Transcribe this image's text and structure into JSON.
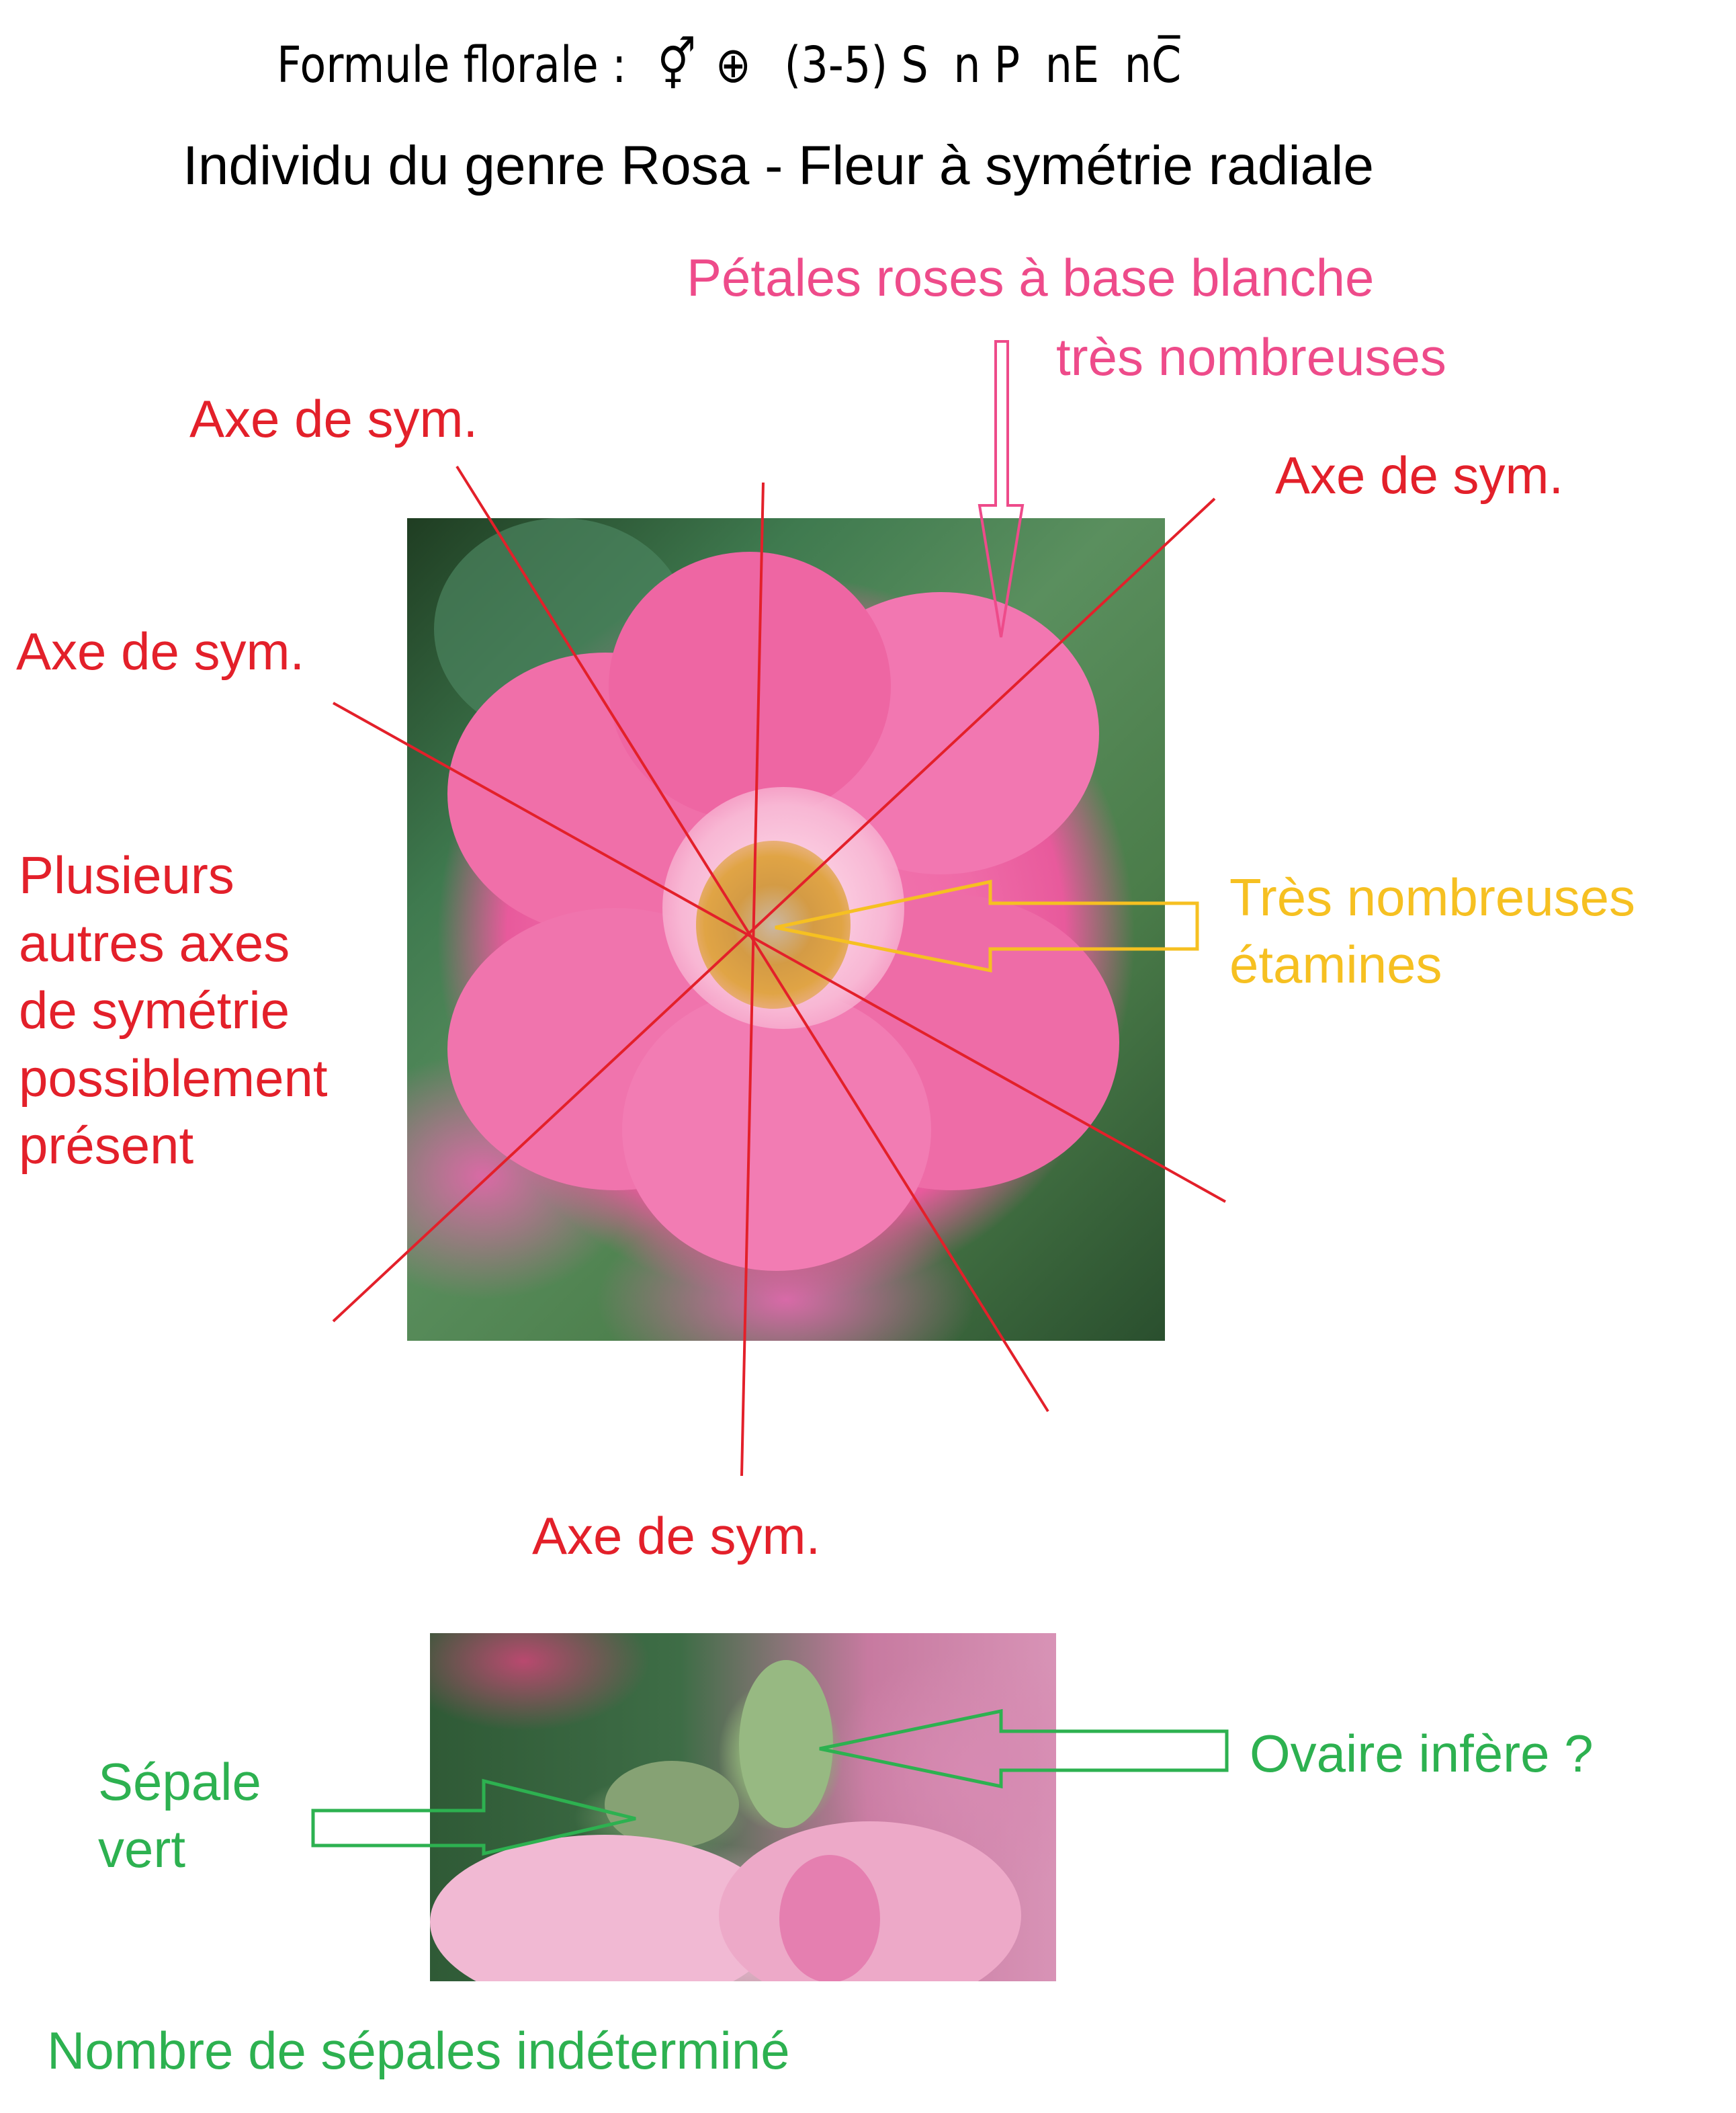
{
  "header": {
    "formula_label": "Formule florale :",
    "formula_symbols": {
      "sex": "⚥",
      "symmetry": "⊕",
      "sepals": "(3-5) S",
      "petals": "n P",
      "stamens": "nE",
      "carpels": "nC̅"
    },
    "subtitle": "Individu du genre Rosa - Fleur à symétrie radiale"
  },
  "colors": {
    "axis_red": "#e3202a",
    "petal_pink": "#ee4b8a",
    "stamen_yellow": "#f6c021",
    "sepal_green": "#2db150"
  },
  "main_photo": {
    "subject": "rose-flower-top-view",
    "annotations": {
      "petals": {
        "line1": "Pétales roses à base blanche",
        "line2": "très nombreuses"
      },
      "stamens": {
        "line1": "Très nombreuses",
        "line2": "étamines"
      },
      "axis_top_left": "Axe de sym.",
      "axis_top_right": "Axe de sym.",
      "axis_left": "Axe de sym.",
      "axis_bottom": "Axe de sym.",
      "other_axes": [
        "Plusieurs",
        "autres axes",
        "de symétrie",
        "possiblement",
        "présent"
      ]
    }
  },
  "bottom_photo": {
    "subject": "rose-flower-side-view",
    "annotations": {
      "sepal": {
        "line1": "Sépale",
        "line2": "vert"
      },
      "ovary": "Ovaire infère ?",
      "sepal_count": "Nombre de sépales indéterminé"
    }
  }
}
